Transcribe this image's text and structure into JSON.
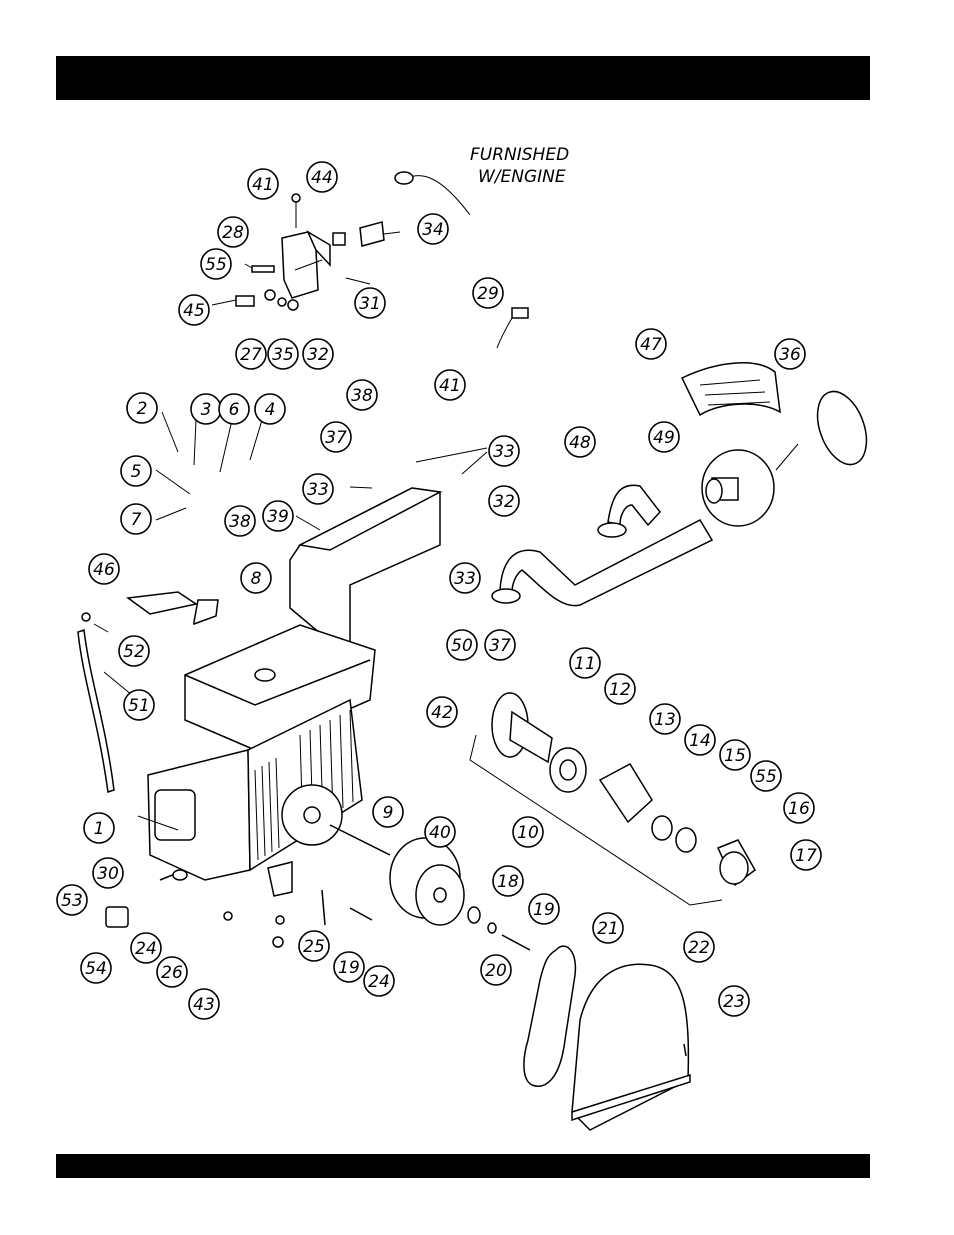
{
  "diagram": {
    "note_lines": [
      "FURNISHED",
      "W/ENGINE"
    ],
    "callouts": [
      {
        "label": "41"
      },
      {
        "label": "44"
      },
      {
        "label": "28"
      },
      {
        "label": "34"
      },
      {
        "label": "55"
      },
      {
        "label": "31"
      },
      {
        "label": "45"
      },
      {
        "label": "27"
      },
      {
        "label": "35"
      },
      {
        "label": "32"
      },
      {
        "label": "29"
      },
      {
        "label": "47"
      },
      {
        "label": "36"
      },
      {
        "label": "2"
      },
      {
        "label": "3"
      },
      {
        "label": "6"
      },
      {
        "label": "4"
      },
      {
        "label": "38"
      },
      {
        "label": "41"
      },
      {
        "label": "37"
      },
      {
        "label": "33"
      },
      {
        "label": "5"
      },
      {
        "label": "33"
      },
      {
        "label": "48"
      },
      {
        "label": "49"
      },
      {
        "label": "7"
      },
      {
        "label": "39"
      },
      {
        "label": "32"
      },
      {
        "label": "38"
      },
      {
        "label": "46"
      },
      {
        "label": "8"
      },
      {
        "label": "33"
      },
      {
        "label": "52"
      },
      {
        "label": "37"
      },
      {
        "label": "50"
      },
      {
        "label": "51"
      },
      {
        "label": "11"
      },
      {
        "label": "12"
      },
      {
        "label": "42"
      },
      {
        "label": "13"
      },
      {
        "label": "14"
      },
      {
        "label": "15"
      },
      {
        "label": "55"
      },
      {
        "label": "9"
      },
      {
        "label": "1"
      },
      {
        "label": "40"
      },
      {
        "label": "16"
      },
      {
        "label": "10"
      },
      {
        "label": "17"
      },
      {
        "label": "30"
      },
      {
        "label": "18"
      },
      {
        "label": "53"
      },
      {
        "label": "19"
      },
      {
        "label": "21"
      },
      {
        "label": "24"
      },
      {
        "label": "25"
      },
      {
        "label": "54"
      },
      {
        "label": "26"
      },
      {
        "label": "19"
      },
      {
        "label": "20"
      },
      {
        "label": "22"
      },
      {
        "label": "24"
      },
      {
        "label": "43"
      },
      {
        "label": "23"
      }
    ]
  }
}
